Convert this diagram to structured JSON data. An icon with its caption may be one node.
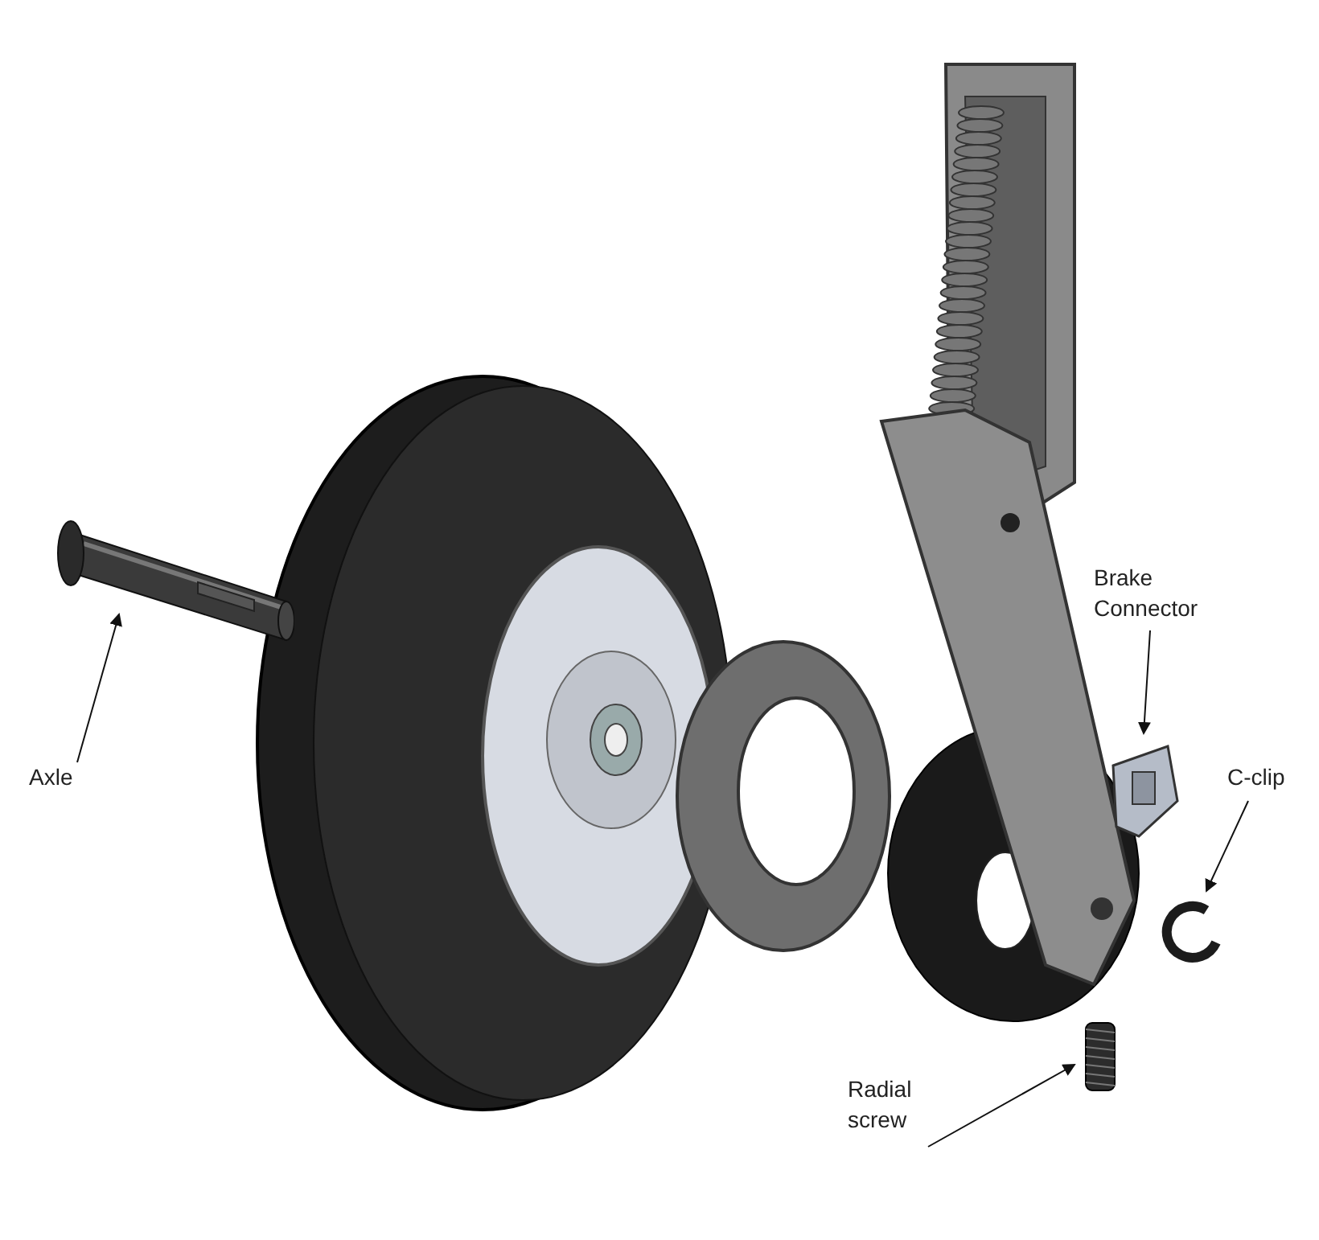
{
  "diagram": {
    "nodes": [
      {
        "text": [
          "Axle"
        ]
      },
      {
        "text": [],
        "shape": "picture"
      },
      {
        "text": [
          "Brake Connector"
        ]
      },
      {
        "text": [],
        "shape": "picture"
      },
      {
        "text": [
          "C-clip"
        ]
      },
      {
        "text": [],
        "shape": "picture"
      },
      {
        "text": [
          "Radial screw"
        ]
      },
      {
        "text": [],
        "shape": "picture"
      }
    ],
    "edges": [
      {
        "from": 0,
        "to": 1,
        "arrow": "to"
      },
      {
        "from": 2,
        "to": 3,
        "arrow": "to"
      },
      {
        "from": 4,
        "to": 5,
        "arrow": "to"
      },
      {
        "from": 6,
        "to": 7,
        "arrow": "to"
      }
    ]
  }
}
